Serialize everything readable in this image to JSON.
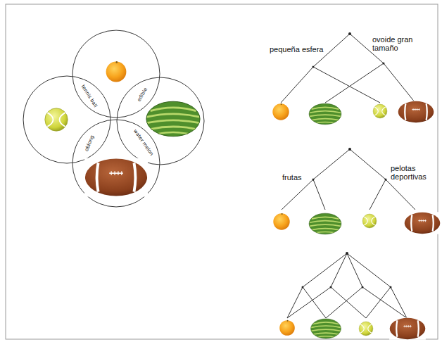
{
  "diagram": {
    "labels": [
      "tennis ball",
      "edible",
      "oblong",
      "water melon",
      "pequeña esfera",
      "ovoide gran tamaño",
      "frutas",
      "pelotas deportivas"
    ]
  }
}
